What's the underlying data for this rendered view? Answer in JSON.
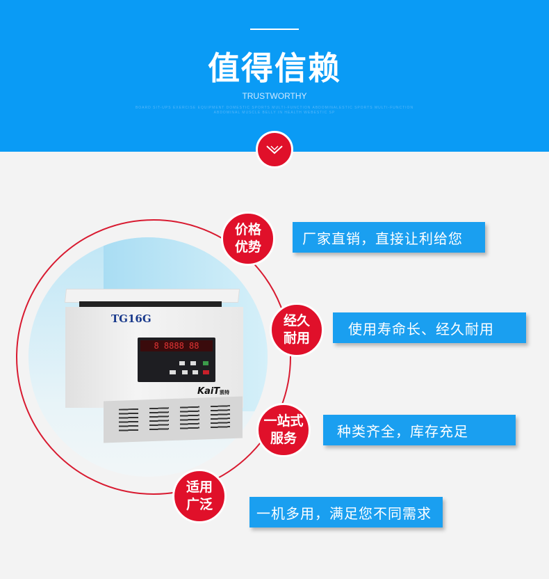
{
  "header": {
    "title": "值得信赖",
    "subtitle": "TRUSTWORTHY",
    "tagline": "BOARD SIT-UPS EXERCISE EQUIPMENT DOMESTIC SPORTS MULTI-FUNCTION ABDOMINALESTIC SPORTS MULTI-FUNCTION ABDOMINAL MUSCLE BELLY IN HEALTH WEBESTIC SP"
  },
  "product": {
    "model": "TG16G",
    "brand": "KaiT",
    "brand_cn": "凯特",
    "display": "8 8888 88"
  },
  "features": [
    {
      "badge_line1": "价格",
      "badge_line2": "优势",
      "text": "厂家直销，直接让利给您"
    },
    {
      "badge_line1": "经久",
      "badge_line2": "耐用",
      "text": "使用寿命长、经久耐用"
    },
    {
      "badge_line1": "一站式",
      "badge_line2": "服务",
      "text": "种类齐全，库存充足"
    },
    {
      "badge_line1": "适用",
      "badge_line2": "广泛",
      "text": "一机多用，满足您不同需求"
    }
  ],
  "colors": {
    "header": "#0a9bf5",
    "accent": "#e0102a",
    "box": "#1a9ff0"
  }
}
